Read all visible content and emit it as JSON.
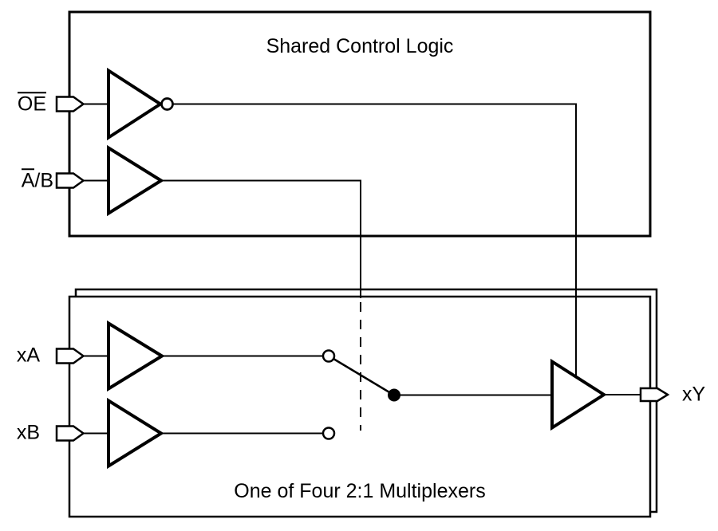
{
  "diagram": {
    "top_box_title": "Shared Control Logic",
    "bottom_box_title": "One of Four 2:1 Multiplexers",
    "ports": {
      "oe": {
        "overlined": "OE",
        "rest": ""
      },
      "select": {
        "overlined": "A",
        "rest": "/B"
      },
      "input_a": "xA",
      "input_b": "xB",
      "output": "xY"
    },
    "colors": {
      "line": "#000000",
      "background": "#ffffff"
    }
  }
}
